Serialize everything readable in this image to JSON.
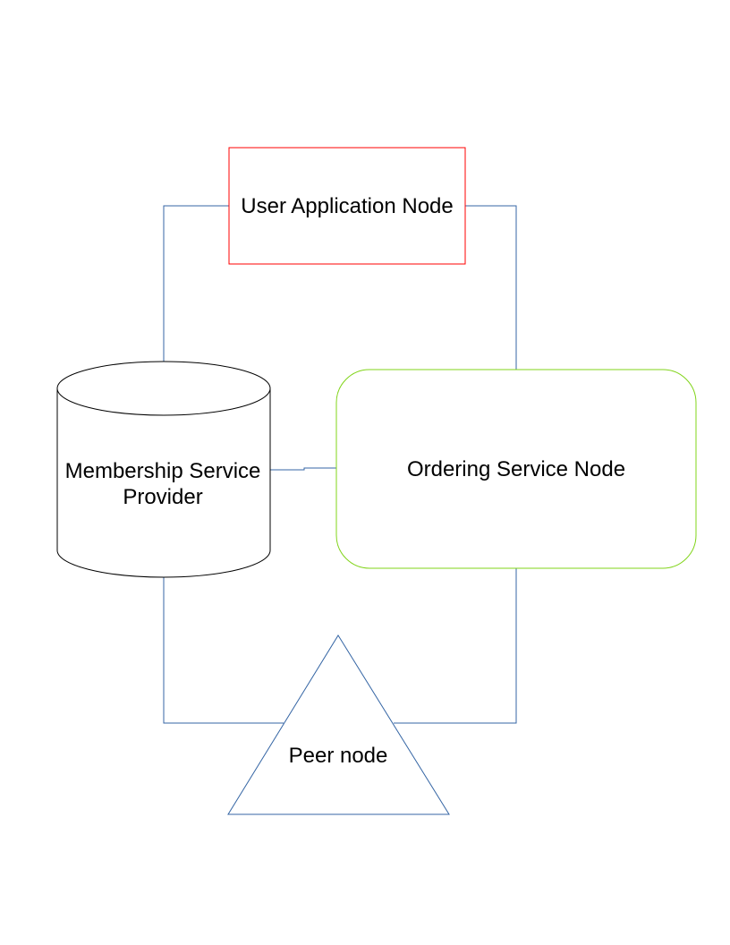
{
  "diagram": {
    "colors": {
      "connector": "#3465a4",
      "user_app_border": "#ff0000",
      "ordering_border": "#81d41a",
      "msp_border": "#000000",
      "peer_border": "#3465a4",
      "text": "#000000",
      "background": "#ffffff"
    },
    "nodes": {
      "user_app": {
        "shape": "rectangle",
        "label": "User Application Node"
      },
      "msp": {
        "shape": "cylinder",
        "label_line1": "Membership Service",
        "label_line2": "Provider"
      },
      "ordering": {
        "shape": "rounded-rectangle",
        "label": "Ordering Service Node"
      },
      "peer": {
        "shape": "triangle",
        "label": "Peer node"
      }
    },
    "edges": [
      {
        "from": "user_app",
        "to": "msp"
      },
      {
        "from": "user_app",
        "to": "ordering"
      },
      {
        "from": "msp",
        "to": "ordering"
      },
      {
        "from": "msp",
        "to": "peer"
      },
      {
        "from": "ordering",
        "to": "peer"
      }
    ]
  }
}
